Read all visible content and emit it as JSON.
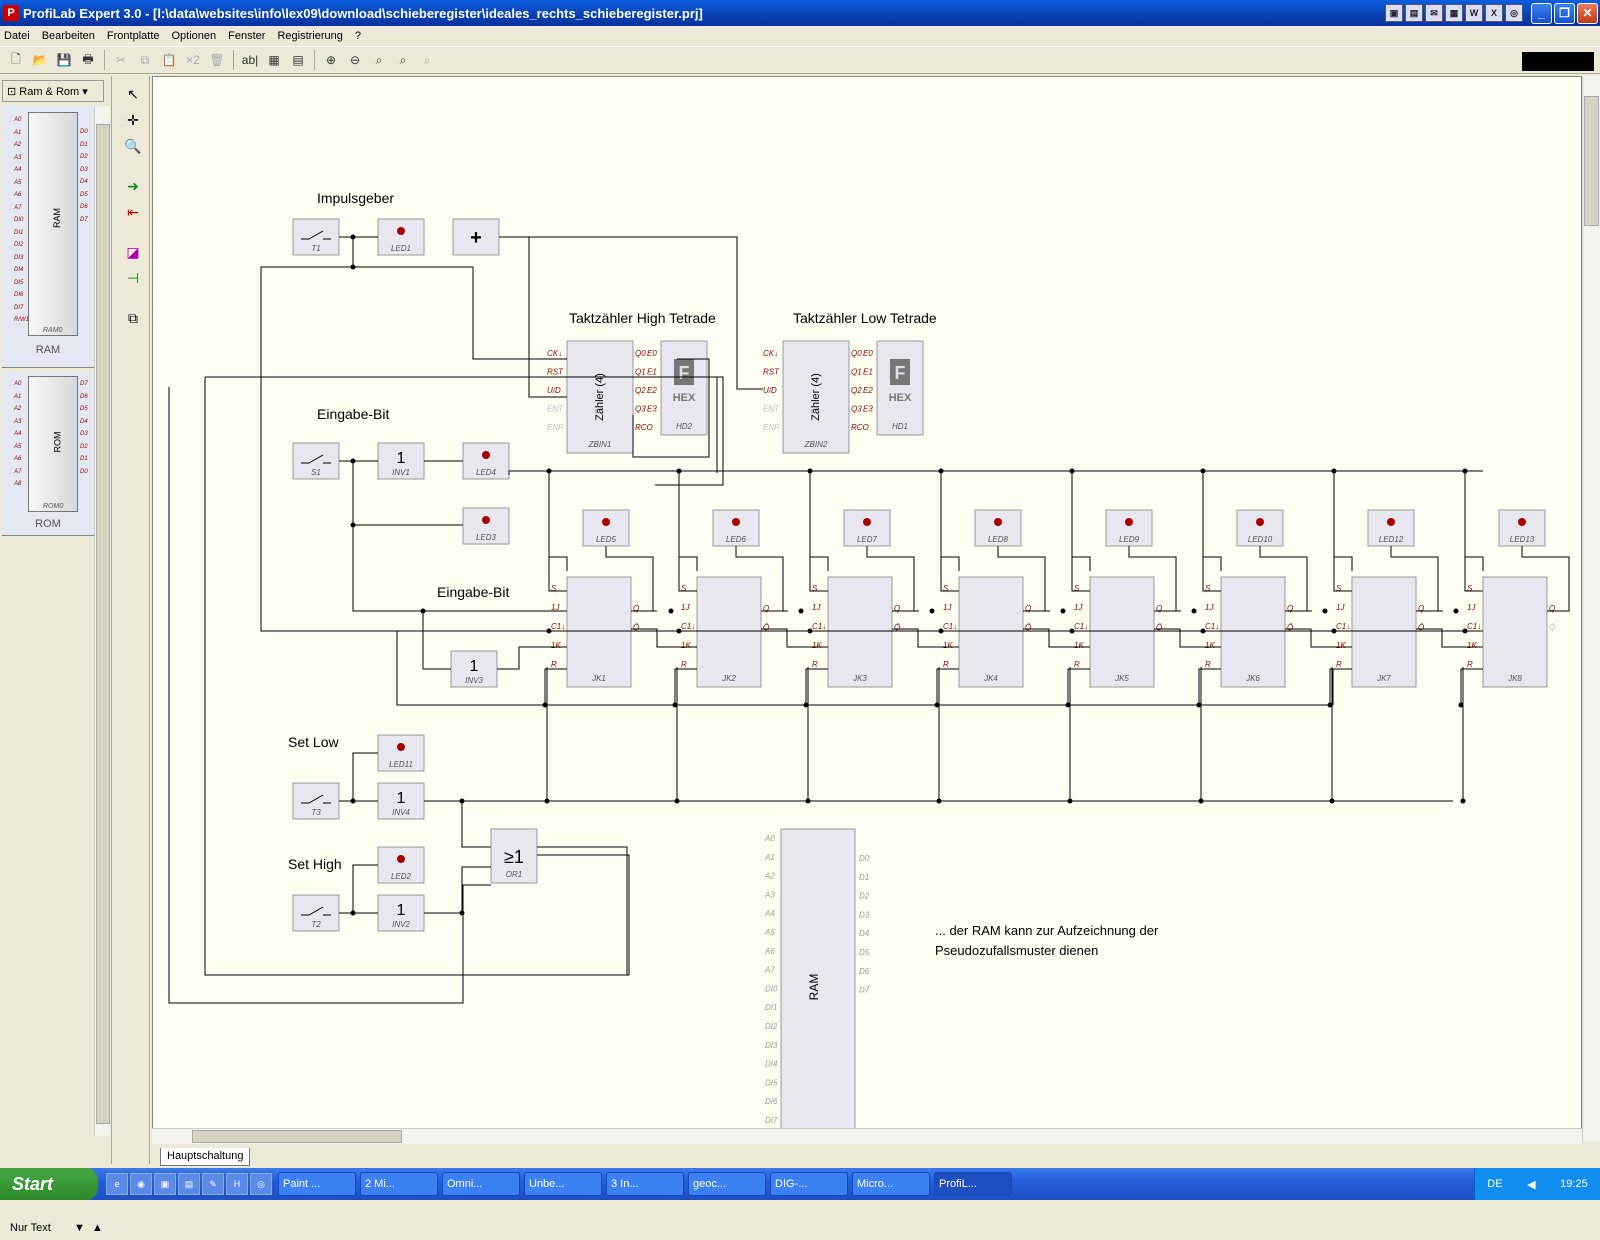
{
  "window": {
    "title": "ProfiLab Expert 3.0 - [l:\\data\\websites\\info\\lex09\\download\\schieberegister\\ideales_rechts_schieberegister.prj]"
  },
  "menu": [
    "Datei",
    "Bearbeiten",
    "Frontplatte",
    "Optionen",
    "Fenster",
    "Registrierung",
    "?"
  ],
  "library": {
    "selected": "Ram & Rom",
    "ram": {
      "chip": "RAM",
      "id": "RAM0",
      "name": "RAM",
      "left": [
        "A0",
        "A1",
        "A2",
        "A3",
        "A4",
        "A5",
        "A6",
        "A7",
        "DI0",
        "DI1",
        "DI2",
        "DI3",
        "DI4",
        "DI5",
        "DI6",
        "DI7",
        "R/W1"
      ],
      "right": [
        "D0",
        "D1",
        "D2",
        "D3",
        "D4",
        "D5",
        "D6",
        "D7"
      ]
    },
    "rom": {
      "chip": "ROM",
      "id": "ROM0",
      "name": "ROM",
      "left": [
        "A0",
        "A1",
        "A2",
        "A3",
        "A4",
        "A5",
        "A6",
        "A7",
        "A8"
      ],
      "right": [
        "D7",
        "D6",
        "D5",
        "D4",
        "D3",
        "D2",
        "D1",
        "D0"
      ]
    },
    "filter": "Nur Text"
  },
  "schematic": {
    "labels": {
      "impulsgeber": "Impulsgeber",
      "high": "Taktzähler High Tetrade",
      "low": "Taktzähler Low Tetrade",
      "eingabe1": "Eingabe-Bit",
      "eingabe2": "Eingabe-Bit",
      "setlow": "Set Low",
      "sethigh": "Set High",
      "note1": "... der RAM kann zur Aufzeichnung der",
      "note2": "Pseudozufallsmuster dienen"
    },
    "switches": [
      "T1",
      "S1",
      "T3",
      "T2"
    ],
    "leds": [
      "LED1",
      "LED4",
      "LED3",
      "LED11",
      "LED2"
    ],
    "inverters": {
      "glyph": "1",
      "ids": [
        "INV1",
        "INV3",
        "INV4",
        "INV2"
      ]
    },
    "or": {
      "glyph": "≥1",
      "id": "OR1"
    },
    "plus": "+",
    "counters": [
      {
        "id": "ZBIN1",
        "hex": "HD2"
      },
      {
        "id": "ZBIN2",
        "hex": "HD1"
      }
    ],
    "counter_pins_left": [
      "CK↓",
      "RST",
      "U/D",
      "ENT",
      "ENP"
    ],
    "counter_pins_out": [
      "Q0",
      "Q1",
      "Q2",
      "Q3",
      "RCO"
    ],
    "counter_body": "Zähler (4)",
    "hex_pins": [
      "E0",
      "E1",
      "E2",
      "E3"
    ],
    "hex_letter": "F",
    "hex_label": "HEX",
    "jk_pins_left": [
      "S",
      "1J",
      "C1↓",
      "1K",
      "R"
    ],
    "jk_pins_right": [
      "Q",
      "Q̄"
    ],
    "jk_ids": [
      "JK1",
      "JK2",
      "JK3",
      "JK4",
      "JK5",
      "JK6",
      "JK7",
      "JK8"
    ],
    "jk_leds": [
      "LED5",
      "LED6",
      "LED7",
      "LED8",
      "LED9",
      "LED10",
      "LED12",
      "LED13"
    ],
    "ram_big": {
      "label": "RAM",
      "left": [
        "A0",
        "A1",
        "A2",
        "A3",
        "A4",
        "A5",
        "A6",
        "A7",
        "DI0",
        "DI1",
        "DI2",
        "DI3",
        "DI4",
        "DI5",
        "DI6",
        "DI7"
      ],
      "right": [
        "D0",
        "D1",
        "D2",
        "D3",
        "D4",
        "D5",
        "D6",
        "D7"
      ]
    }
  },
  "tabs": {
    "sheet": "Hauptschaltung"
  },
  "taskbar": {
    "start": "Start",
    "tasks": [
      "Paint ...",
      "2 Mi...",
      "Omni...",
      "Unbe...",
      "3 In...",
      "geoc...",
      "DIG-...",
      "Micro...",
      "ProfiL..."
    ],
    "lang": "DE",
    "clock": "19:25"
  },
  "colors": {
    "accent": "#0a5fe0",
    "pin": "#990000",
    "wire": "#000000",
    "led": "#aa0000"
  }
}
